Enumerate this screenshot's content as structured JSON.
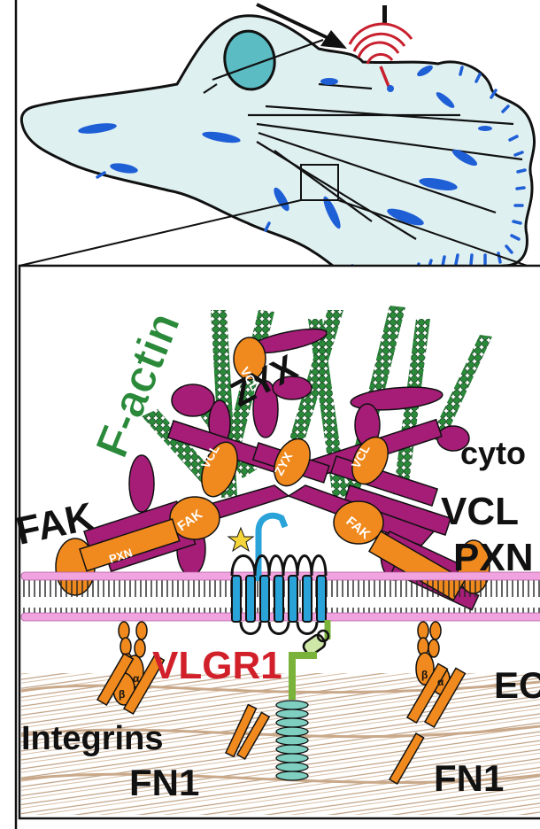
{
  "labels": {
    "f_actin": "F-actin",
    "zyx": "ZYX",
    "cyto": "cyto",
    "fak": "FAK",
    "vcl": "VCL",
    "pxn": "PXN",
    "vlgr1": "VLGR1",
    "ec": "EC",
    "integrins": "Integrins",
    "fn1_left": "FN1",
    "fn1_right": "FN1",
    "inner_vcl": "VCL",
    "inner_fak": "FAK",
    "inner_pxn": "PXN",
    "inner_zyx": "ZYX",
    "alpha": "α",
    "beta": "β"
  },
  "colors": {
    "cell_fill": "#dff0f1",
    "actin_green": "#2a8a3a",
    "magenta": "#a51d77",
    "orange": "#f08a1e",
    "receptor_blue": "#2aa3d8",
    "nucleus": "#5bbcc4",
    "adhesion_blue": "#1f5fd6",
    "membrane_pink": "#f0a3df",
    "vlgr1_red": "#d1202a",
    "signal_red": "#c8202e",
    "ecm_tan": "#c9a98a",
    "ligand_green": "#7bb33a"
  }
}
